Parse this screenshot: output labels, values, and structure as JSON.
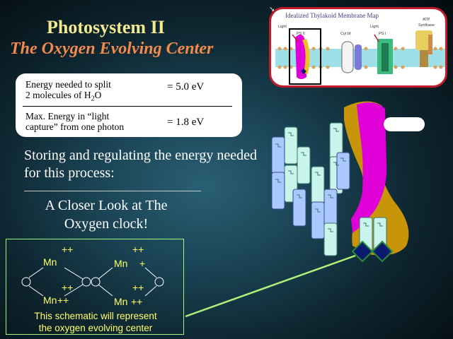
{
  "title": {
    "line1": "Photosystem II",
    "line2": "The Oxygen Evolving Center"
  },
  "energy_table": {
    "row1_line1": "Energy needed to split",
    "row1_line2_a": "2 molecules of H",
    "row1_line2_sub": "2",
    "row1_line2_b": "O",
    "row1_value": "=   5.0 eV",
    "row2_line1": "Max. Energy in “light",
    "row2_line2": "capture” from one photon",
    "row2_value": "=   1.8 eV"
  },
  "body": {
    "storing_text": "Storing and regulating the energy needed for this process:",
    "closer_line1": "A Closer Look at The",
    "closer_line2": "Oxygen clock!"
  },
  "schematic": {
    "mn_label": "Mn",
    "charge": "++",
    "plus": "+",
    "caption_line1": "This  schematic will represent",
    "caption_line2": "the oxygen evolving center"
  },
  "thylakoid_map": {
    "title": "Idealized Thylakoid Membrane Map",
    "labels": [
      "Light",
      "PS II",
      "Cyt bf",
      "Light",
      "PS I",
      "ATP",
      "Synthase"
    ]
  },
  "colors": {
    "title1": "#f2ea8c",
    "title2": "#f58a4b",
    "schematic_text": "#ffff66",
    "schematic_border": "#9df77a",
    "protein_magenta": "#e000d8",
    "protein_gold": "#c8940a",
    "helix_fill": "#c8f4ec",
    "helix_fill_alt": "#a8c8ff",
    "oec_diamond": "#0a1a6e",
    "pointer_line": "#aef27a",
    "map_border": "#c21c2c"
  }
}
